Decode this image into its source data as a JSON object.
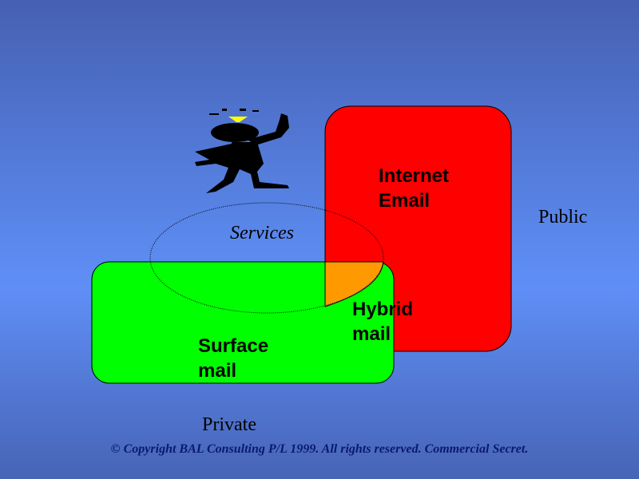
{
  "labels": {
    "internet_email": [
      "Internet",
      "Email"
    ],
    "hybrid_mail": [
      "Hybrid",
      "mail"
    ],
    "surface_mail": [
      "Surface",
      "mail"
    ],
    "services": "Services",
    "public": "Public",
    "private": "Private"
  },
  "footer": "© Copyright BAL Consulting P/L 1999. All rights reserved. Commercial Secret.",
  "colors": {
    "internet": "#ff0000",
    "surface": "#00ff00",
    "hybrid": "#ff9900",
    "bulb": "#ffff00"
  }
}
